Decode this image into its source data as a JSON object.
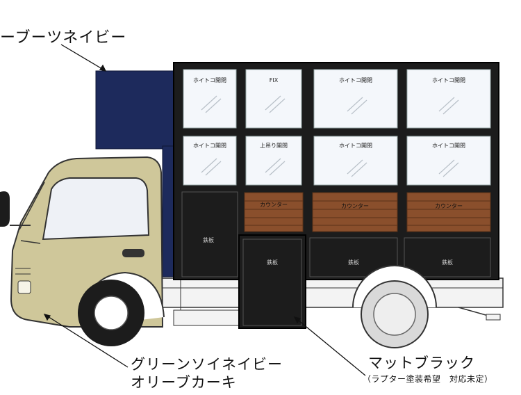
{
  "labels": {
    "top_color": "ーブーツネイビー",
    "cab_color_1": "グリーンソイネイビー",
    "cab_color_2": "オリーブカーキ",
    "body_color": "マットブラック",
    "body_note": "（ラプター塗装希望　対応未定）"
  },
  "windows": {
    "row1": [
      "ホイトコ開閉",
      "FIX",
      "ホイトコ開閉",
      "ホイトコ開閉"
    ],
    "row2": [
      "ホイトコ開閉",
      "上吊り開閉",
      "ホイトコ開閉",
      "ホイトコ開閉"
    ]
  },
  "counters": [
    "カウンター",
    "カウンター",
    "カウンター"
  ],
  "panels": {
    "left": "鉄板",
    "door": "鉄板",
    "mid": "鉄板",
    "right": "鉄板"
  },
  "colors": {
    "navy": "#1d2a5c",
    "khaki": "#cfc79a",
    "matte_black": "#1c1c1c",
    "wood": "#8a4f2c",
    "glass": "#f4f7fb"
  }
}
